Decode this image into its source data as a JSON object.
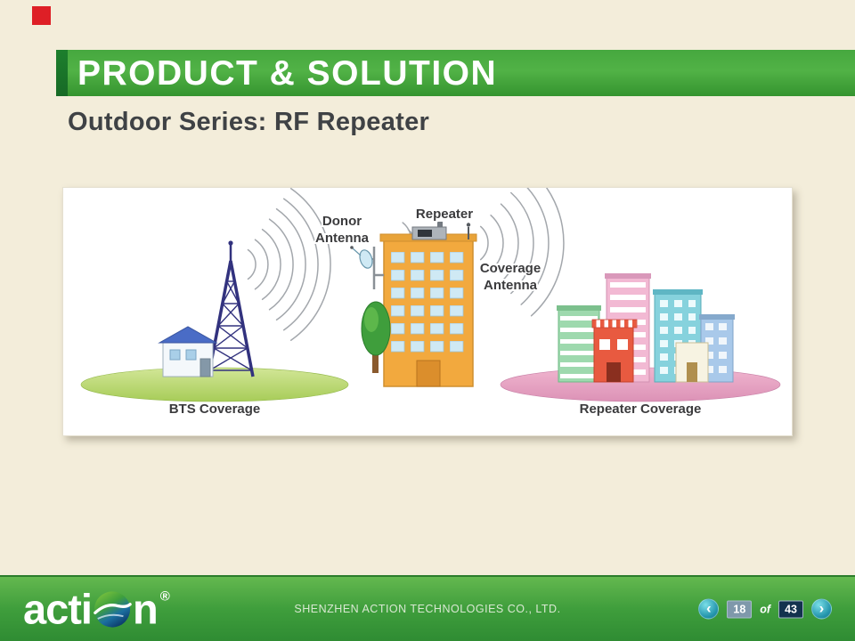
{
  "slide": {
    "header": {
      "title": "PRODUCT & SOLUTION",
      "subtitle": "Outdoor Series: RF Repeater"
    },
    "diagram": {
      "labels": {
        "donor_line1": "Donor",
        "donor_line2": "Antenna",
        "repeater": "Repeater",
        "coverage_line1": "Coverage",
        "coverage_line2": "Antenna",
        "bts_coverage": "BTS Coverage",
        "repeater_coverage": "Repeater Coverage"
      }
    },
    "footer": {
      "logo_part1": "acti",
      "logo_part2": "n",
      "registered_mark": "®",
      "company": "SHENZHEN ACTION TECHNOLOGIES CO., LTD.",
      "pager": {
        "prev_icon": "‹",
        "current_page": "18",
        "of_label": "of",
        "total_pages": "43",
        "next_icon": "›"
      }
    },
    "colors": {
      "accent_green": "#46a83f",
      "footer_green": "#3f9e3c",
      "banner_red": "#de1f26",
      "background_cream": "#f3edda",
      "bts_ellipse_green": "#b6d36e",
      "repeater_ellipse_pink": "#e6a6c6",
      "building_orange": "#f2a93e",
      "tower_indigo": "#32327e"
    }
  }
}
